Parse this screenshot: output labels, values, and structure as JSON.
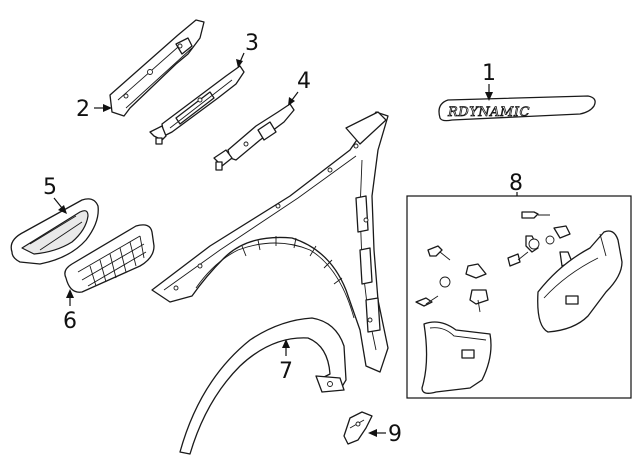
{
  "callouts": [
    {
      "id": "1",
      "label": "1"
    },
    {
      "id": "2",
      "label": "2"
    },
    {
      "id": "3",
      "label": "3"
    },
    {
      "id": "4",
      "label": "4"
    },
    {
      "id": "5",
      "label": "5"
    },
    {
      "id": "6",
      "label": "6"
    },
    {
      "id": "7",
      "label": "7"
    },
    {
      "id": "8",
      "label": "8"
    },
    {
      "id": "9",
      "label": "9"
    }
  ],
  "emblem": {
    "text": "RDYNAMIC"
  }
}
